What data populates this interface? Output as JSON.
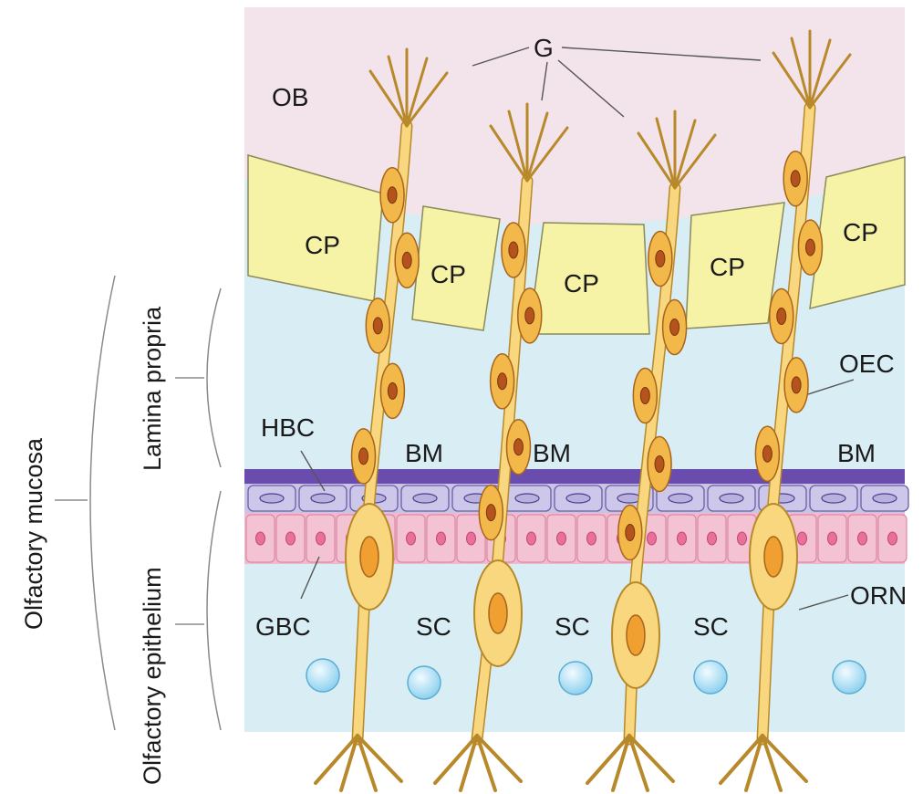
{
  "labels": {
    "ob": "OB",
    "g": "G",
    "cp": "CP",
    "oec": "OEC",
    "hbc": "HBC",
    "bm": "BM",
    "gbc": "GBC",
    "sc": "SC",
    "orn": "ORN",
    "lamina_propria": "Lamina propria",
    "olfactory_epithelium": "Olfactory epithelium",
    "olfactory_mucosa": "Olfactory mucosa"
  },
  "colors": {
    "olfactory_bulb": "#f3e3ea",
    "cribriform_plate": "#f6f2a6",
    "lamina_propria": "#d9edf5",
    "basement_membrane": "#6a4cae",
    "horizontal_basal_cell": "#c9c3e6",
    "globose_basal_cell": "#f2b9cc",
    "neuron": "#f8d77e",
    "nucleus": "#f0a030",
    "ensheathing_cell": "#f2b94a",
    "sustentacular_cell": "#bfe6f7"
  }
}
